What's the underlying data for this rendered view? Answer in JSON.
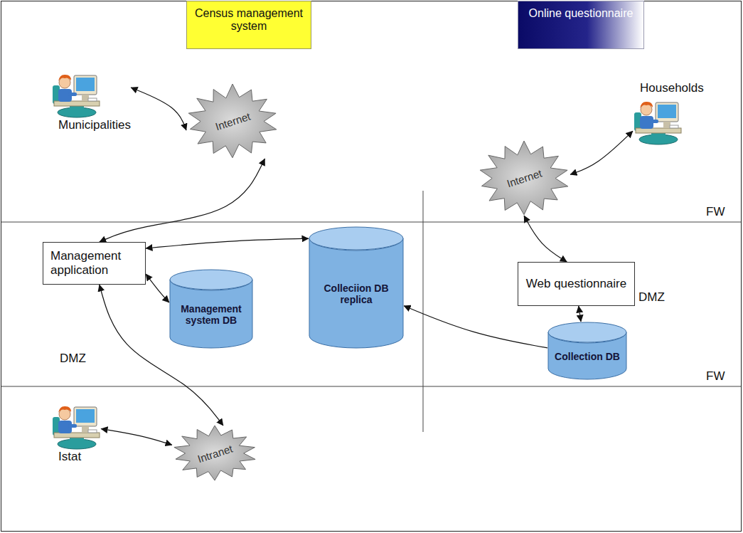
{
  "diagram": {
    "nodes": [
      {
        "text": [
          "Census management system"
        ]
      },
      {
        "text": [
          "Online questionnaire"
        ]
      },
      {
        "text": [
          "Municipalities"
        ]
      },
      {
        "text": [
          "Internet"
        ]
      },
      {
        "text": [
          "Households"
        ]
      },
      {
        "text": [
          "Internet"
        ]
      },
      {
        "text": [
          "Management application"
        ]
      },
      {
        "text": [
          "Management system DB"
        ]
      },
      {
        "text": [
          "Colleciion DB replica"
        ]
      },
      {
        "text": [
          "Web questionnaire"
        ]
      },
      {
        "text": [
          "Collection DB"
        ]
      },
      {
        "text": [
          "Istat"
        ]
      },
      {
        "text": [
          "Intranet"
        ]
      }
    ],
    "edges": [
      {
        "from": 2,
        "to": 3,
        "arrow": "both"
      },
      {
        "from": 3,
        "to": 6,
        "arrow": "both"
      },
      {
        "from": 4,
        "to": 5,
        "arrow": "both"
      },
      {
        "from": 5,
        "to": 9,
        "arrow": "both"
      },
      {
        "from": 9,
        "to": 10,
        "arrow": "both"
      },
      {
        "from": 10,
        "to": 8,
        "arrow": "to"
      },
      {
        "from": 6,
        "to": 7,
        "arrow": "both"
      },
      {
        "from": 6,
        "to": 8,
        "arrow": "both"
      },
      {
        "from": 6,
        "to": 12,
        "arrow": "both"
      },
      {
        "from": 11,
        "to": 12,
        "arrow": "both"
      }
    ],
    "labels": [
      "FW",
      "DMZ",
      "DMZ",
      "FW"
    ]
  }
}
